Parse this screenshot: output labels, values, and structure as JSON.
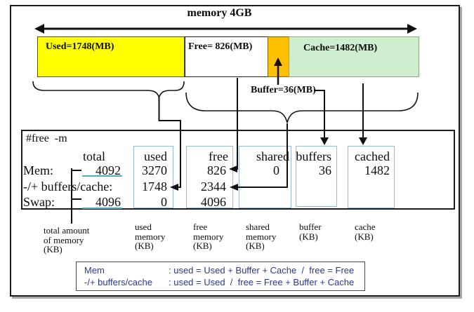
{
  "title": "memory 4GB",
  "bar": {
    "used_label": "Used=1748(MB)",
    "free_label": "Free= 826(MB)",
    "cache_label": "Cache=1482(MB)",
    "buffer_label": "Buffer=36(MB)",
    "colors": {
      "used": "#ffff00",
      "free": "#ffffff",
      "buffer": "#ffc000",
      "cache": "#cfedcf"
    }
  },
  "terminal": {
    "command": "#free  -m",
    "headers": {
      "total": "total",
      "used": "used",
      "free": "free",
      "shared": "shared",
      "buffers": "buffers",
      "cached": "cached"
    },
    "mem": {
      "label": "Mem:",
      "total": "4092",
      "used": "3270",
      "free": "826",
      "shared": "0",
      "buffers": "36",
      "cached": "1482"
    },
    "bc": {
      "label": "-/+ buffers/cache:",
      "used": "1748",
      "free": "2344"
    },
    "swap": {
      "label": "Swap:",
      "total": "4096",
      "used": "0",
      "free": "4096"
    }
  },
  "footnotes": {
    "total": "total amount\nof memory\n(KB)",
    "used": "used\nmemory\n(KB)",
    "free": "free\nmemory\n(KB)",
    "shared": "shared\nmemory\n(KB)",
    "buffer": "buffer\n(KB)",
    "cache": "cache\n(KB)"
  },
  "legend": {
    "row1_term": "Mem",
    "row1_def": ": used = Used + Buffer + Cache  /  free = Free",
    "row2_term": "-/+ buffers/cache",
    "row2_def": ": used = Used  /  free = Free + Buffer + Cache"
  },
  "colors": {
    "underline_teal": "#4faebc",
    "column_box_border": "#9dbad7",
    "legend_text_navy": "#2b3a8c",
    "frame_border": "#1c1c1c"
  }
}
